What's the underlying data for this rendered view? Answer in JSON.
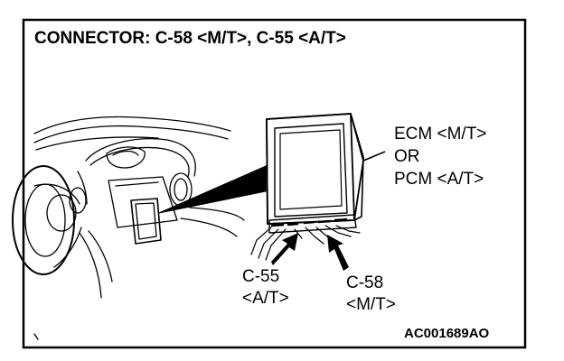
{
  "title": "CONNECTOR: C-58 <M/T>, C-55 <A/T>",
  "module_label": {
    "line1": "ECM <M/T>",
    "line2": "OR",
    "line3": "PCM <A/T>"
  },
  "callout_c55": {
    "line1": "C-55",
    "line2": "<A/T>"
  },
  "callout_c58": {
    "line1": "C-58",
    "line2": "<M/T>"
  },
  "figure_code": "AC001689AO"
}
